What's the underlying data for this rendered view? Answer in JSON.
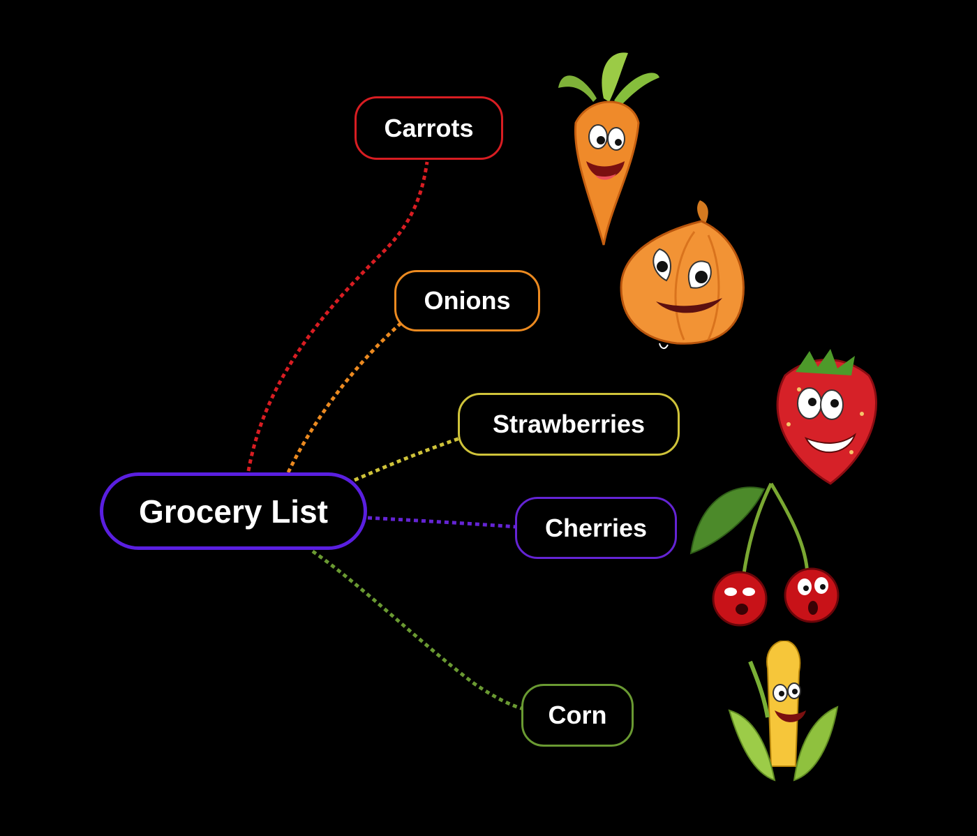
{
  "diagram": {
    "center": {
      "label": "Grocery List",
      "color": "#5a1fe0"
    },
    "branches": [
      {
        "label": "Carrots",
        "color": "#d81d22",
        "icon": "cartoon-carrot-icon"
      },
      {
        "label": "Onions",
        "color": "#ec8a20",
        "icon": "cartoon-onion-icon"
      },
      {
        "label": "Strawberries",
        "color": "#cfc33a",
        "icon": "cartoon-strawberry-icon"
      },
      {
        "label": "Cherries",
        "color": "#6424d4",
        "icon": "cartoon-cherries-icon"
      },
      {
        "label": "Corn",
        "color": "#6a9a32",
        "icon": "cartoon-corn-icon"
      }
    ]
  }
}
